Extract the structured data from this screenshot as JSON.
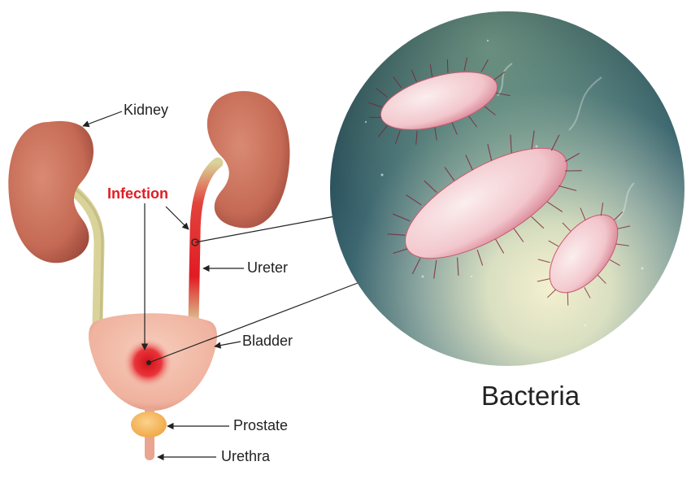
{
  "labels": {
    "kidney": "Kidney",
    "infection": "Infection",
    "ureter": "Ureter",
    "bladder": "Bladder",
    "prostate": "Prostate",
    "urethra": "Urethra",
    "bacteria": "Bacteria"
  },
  "colors": {
    "kidney": "#c56a55",
    "kidney_dark": "#9f4b3d",
    "ureter": "#d9d39a",
    "bladder": "#f1b9a6",
    "infection": "#e21b23",
    "prostate": "#f5b557",
    "bacteria_body": "#f7d7db",
    "lens_dark": "#1f4a56",
    "lens_light": "#e8ebc9"
  },
  "icons": {
    "kidney_left": "kidney-icon",
    "kidney_right": "kidney-icon",
    "bladder": "bladder-icon",
    "bacteria": "bacteria-icon",
    "magnifier": "magnified-view-icon"
  }
}
